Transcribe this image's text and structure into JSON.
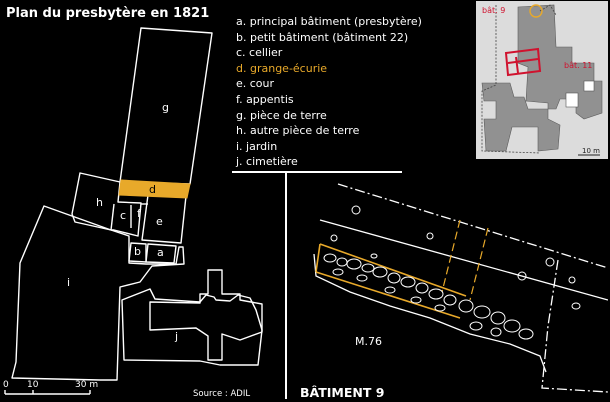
{
  "title": "Plan du presbytère en 1821",
  "legend": [
    {
      "text": "a. principal bâtiment (presbytère)",
      "highlight": false
    },
    {
      "text": "b. petit bâtiment (bâtiment 22)",
      "highlight": false
    },
    {
      "text": "c. cellier",
      "highlight": false
    },
    {
      "text": "d. grange-écurie",
      "highlight": true
    },
    {
      "text": "e. cour",
      "highlight": false
    },
    {
      "text": "f. appentis",
      "highlight": false
    },
    {
      "text": "g. pièce de terre",
      "highlight": false
    },
    {
      "text": "h. autre pièce de terre",
      "highlight": false
    },
    {
      "text": "i. jardin",
      "highlight": false
    },
    {
      "text": "j. cimetière",
      "highlight": false
    }
  ],
  "room_labels": {
    "g": "g",
    "d": "d",
    "h": "h",
    "c": "c",
    "f": "f",
    "e": "e",
    "b": "b",
    "a": "a",
    "i": "i",
    "j": "j"
  },
  "scale_bar": {
    "s0": "0",
    "s10": "10",
    "s30": "30 m"
  },
  "source": "Source : ADIL",
  "excavation": {
    "title": "BÂTIMENT 9",
    "wall_label": "M.76"
  },
  "inset": {
    "label_bat9": "bât. 9",
    "label_bat11": "bât. 11",
    "scale": "10 m"
  },
  "colors": {
    "highlight": "#e8a92a",
    "inset_red": "#d0122e",
    "line": "#ffffff",
    "background": "#000000"
  }
}
